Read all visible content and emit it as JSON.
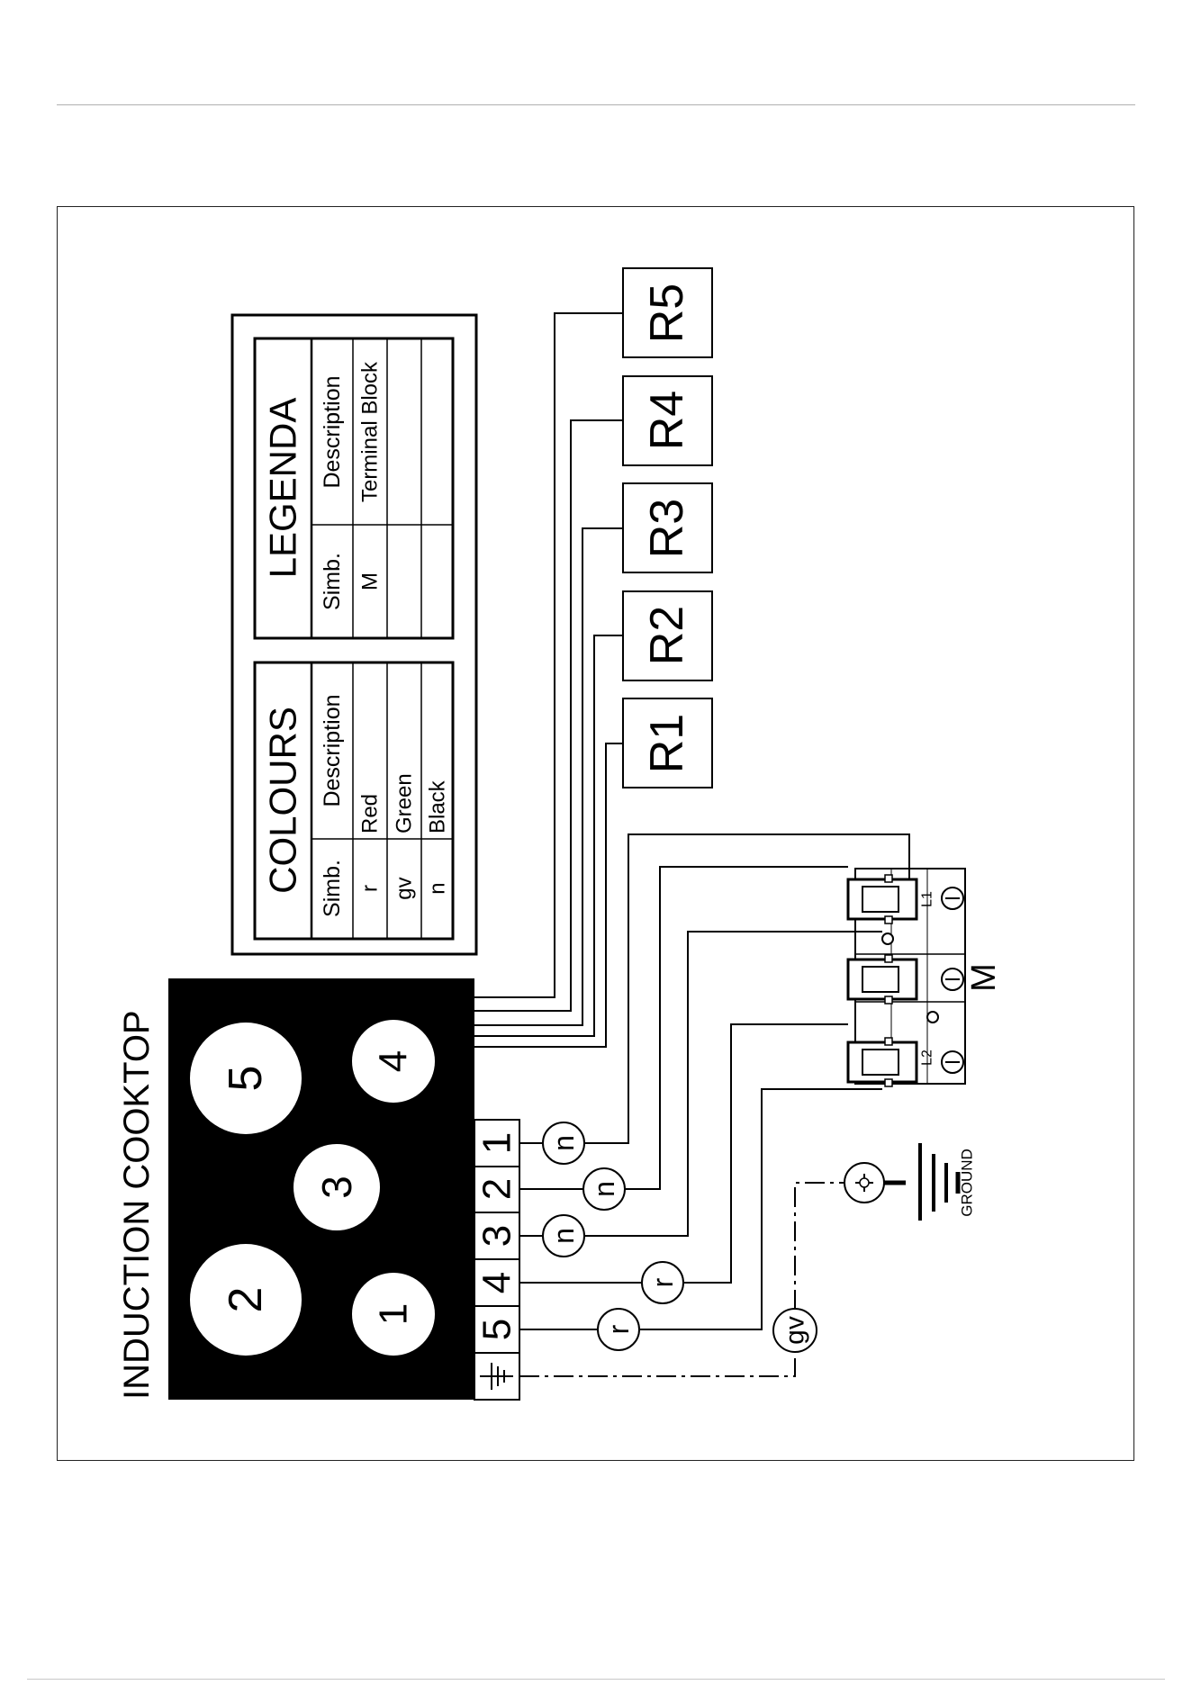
{
  "title": "INDUCTION COOKTOP",
  "burners": [
    "2",
    "5",
    "3",
    "1",
    "4"
  ],
  "terminals": {
    "ground_symbol": "ground-icon",
    "numbers": [
      "5",
      "4",
      "3",
      "2",
      "1"
    ]
  },
  "colours_table": {
    "title": "COLOURS",
    "col_symbol": "Simb.",
    "col_description": "Description",
    "rows": [
      {
        "symbol": "r",
        "description": "Red"
      },
      {
        "symbol": "gv",
        "description": "Green"
      },
      {
        "symbol": "n",
        "description": "Black"
      }
    ]
  },
  "legend_table": {
    "title": "LEGENDA",
    "col_symbol": "Simb.",
    "col_description": "Description",
    "rows": [
      {
        "symbol": "M",
        "description": "Terminal Block"
      }
    ]
  },
  "resistors": [
    "R1",
    "R2",
    "R3",
    "R4",
    "R5"
  ],
  "wire_labels": {
    "t1": "n",
    "t2": "n",
    "t3": "n",
    "t4": "r",
    "t5": "r",
    "ground": "gv"
  },
  "terminal_block": {
    "label": "M",
    "l1": "L1",
    "l2": "L2"
  },
  "ground_label": "GROUND",
  "colors": {
    "line": "#000000",
    "fill_dark": "#000000",
    "frame": "#222222",
    "rule": "#b0b0b0"
  }
}
